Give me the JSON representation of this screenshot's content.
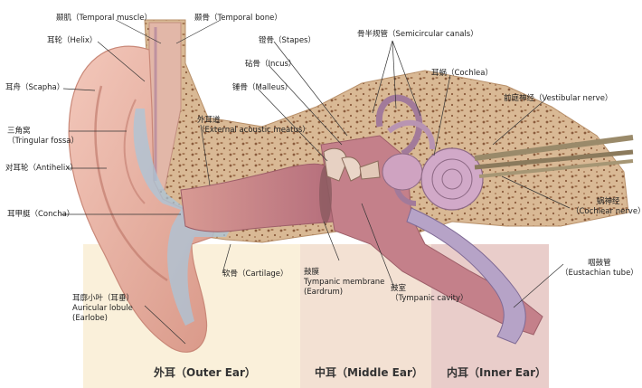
{
  "labels": {
    "temporal_muscle": "颞肌（Temporal muscle）",
    "temporal_bone": "颞骨（Temporal bone）",
    "helix": "耳轮（Helix）",
    "stapes": "镫骨（Stapes）",
    "semicircular": "骨半规管（Semicircular canals）",
    "incus": "砧骨（Incus）",
    "cochlea": "耳蜗（Cochlea）",
    "scapha": "耳舟（Scapha）",
    "malleus": "锤骨（Malleus）",
    "vestibular": "前庭神经（Vestibular nerve）",
    "eam_cn": "外耳道",
    "eam_en": "（External acoustic meatus）",
    "fossa_cn": "三角窝",
    "fossa_en": "（Tringular fossa）",
    "antihelix": "对耳轮（Antihelix）",
    "concha": "耳甲艇（Concha）",
    "cochlear_nerve_cn": "蜗神经",
    "cochlear_nerve_en": "（Cochlear nerve）",
    "eustachian_cn": "咽鼓管",
    "eustachian_en": "（Eustachian tube）",
    "cartilage": "软骨（Cartilage）",
    "tympanic_mem_cn": "鼓膜",
    "tympanic_mem_en1": "Tympanic membrane",
    "tympanic_mem_en2": "(Eardrum)",
    "tympanic_cav_cn": "鼓室",
    "tympanic_cav_en": "（Tympanic cavity）",
    "lobule_cn": "耳廓小叶（耳垂）",
    "lobule_en1": "Auricular lobule",
    "lobule_en2": "(Earlobe)"
  },
  "regions": {
    "outer": "外耳（Outer Ear）",
    "middle": "中耳（Middle Ear）",
    "inner": "内耳（Inner Ear）"
  },
  "colors": {
    "outer_band": "#f8ecd2",
    "middle_band": "#f3e0d2",
    "inner_band": "#e8cbc8",
    "skin": "#eab3a5",
    "bone": "#d8b794",
    "canal": "#ab6c7d",
    "cartilage": "#a8c4d8"
  }
}
